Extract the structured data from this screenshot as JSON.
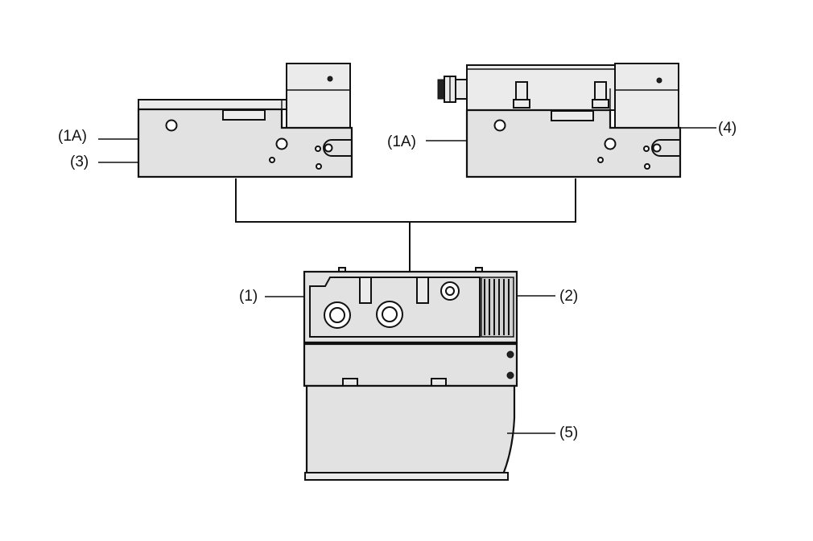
{
  "labels": {
    "left_1a": "(1A)",
    "left_3": "(3)",
    "right_1a": "(1A)",
    "right_4": "(4)",
    "bottom_1": "(1)",
    "bottom_2": "(2)",
    "bottom_5": "(5)"
  },
  "colors": {
    "housing_fill": "#e2e2e2",
    "outline": "#111111",
    "background": "#ffffff"
  }
}
